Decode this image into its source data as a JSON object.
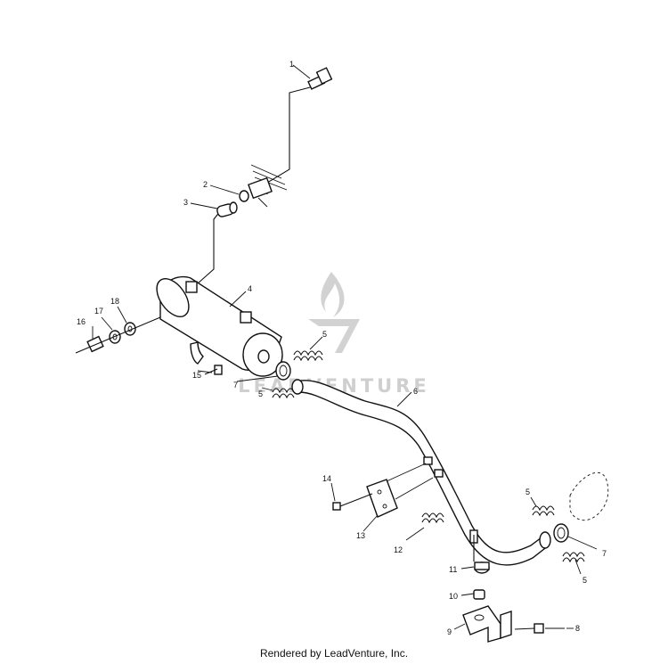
{
  "watermark": {
    "text": "LEADVENTURE"
  },
  "callouts": [
    {
      "id": "c1",
      "label": "1"
    },
    {
      "id": "c2",
      "label": "2"
    },
    {
      "id": "c3",
      "label": "3"
    },
    {
      "id": "c4",
      "label": "4"
    },
    {
      "id": "c5a",
      "label": "5"
    },
    {
      "id": "c5b",
      "label": "5"
    },
    {
      "id": "c5c",
      "label": "5"
    },
    {
      "id": "c5d",
      "label": "5"
    },
    {
      "id": "c6",
      "label": "6"
    },
    {
      "id": "c7a",
      "label": "7"
    },
    {
      "id": "c7b",
      "label": "7"
    },
    {
      "id": "c8",
      "label": "8"
    },
    {
      "id": "c9",
      "label": "9"
    },
    {
      "id": "c10",
      "label": "10"
    },
    {
      "id": "c11",
      "label": "11"
    },
    {
      "id": "c12",
      "label": "12"
    },
    {
      "id": "c13",
      "label": "13"
    },
    {
      "id": "c14",
      "label": "14"
    },
    {
      "id": "c15",
      "label": "15"
    },
    {
      "id": "c16",
      "label": "16"
    },
    {
      "id": "c17",
      "label": "17"
    },
    {
      "id": "c18",
      "label": "18"
    }
  ],
  "footer": {
    "text": "Rendered by LeadVenture, Inc."
  }
}
